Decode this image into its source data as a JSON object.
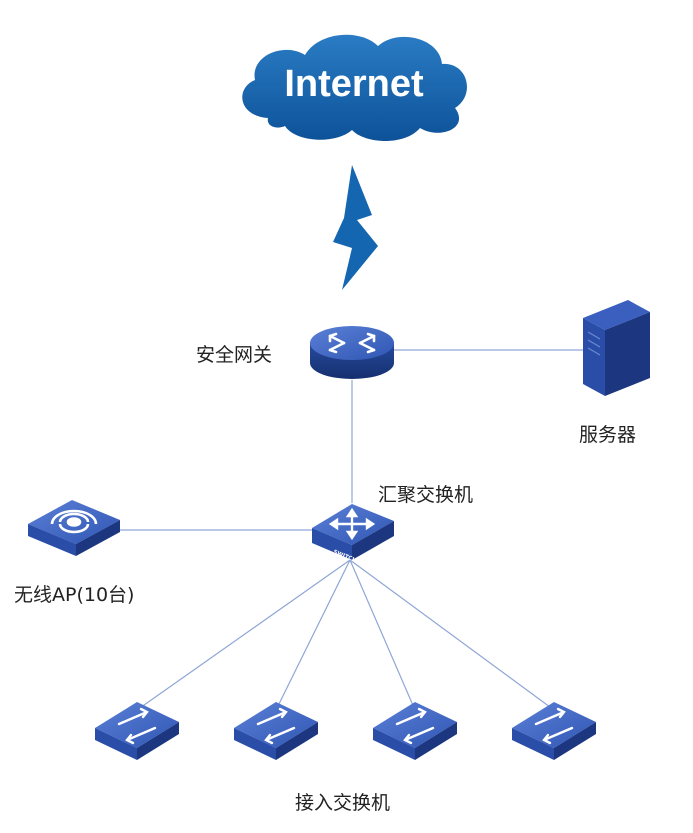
{
  "colors": {
    "device_top": "#3f66c6",
    "device_side": "#1f3c8f",
    "device_dark": "#162d6e",
    "link": "#8fa6d6",
    "cloud": "#1664ad",
    "bolt": "#1466b0",
    "label": "#222222"
  },
  "cloud": {
    "label": "Internet",
    "icon": "cloud-icon"
  },
  "link_icon": "lightning-bolt-icon",
  "gateway": {
    "label": "安全网关",
    "icon": "router-icon"
  },
  "server": {
    "label": "服务器",
    "icon": "server-tower-icon"
  },
  "core_switch": {
    "label": "汇聚交换机",
    "badge": "SWITCH",
    "icon": "layer3-switch-icon"
  },
  "wireless_ap": {
    "label": "无线AP(10台)",
    "icon": "wireless-ap-icon"
  },
  "access_switches": {
    "label": "接入交换机",
    "icon": "layer2-switch-icon",
    "count": 4
  }
}
